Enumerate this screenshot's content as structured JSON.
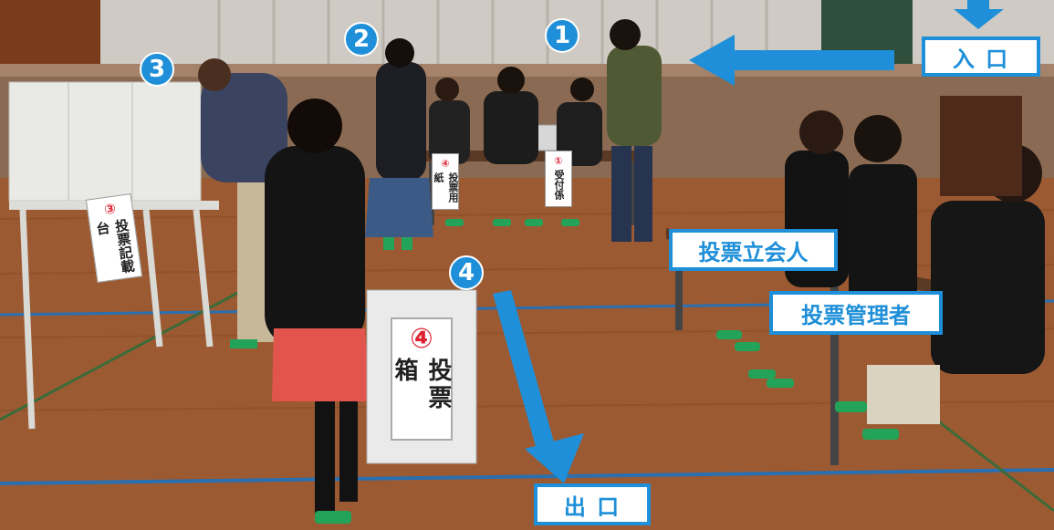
{
  "labels": {
    "entrance": "入 口",
    "exit": "出 口",
    "witness": "投票立会人",
    "manager": "投票管理者"
  },
  "steps": [
    "1",
    "2",
    "3",
    "4"
  ],
  "ballot_box": {
    "number": "④",
    "text": "投票箱"
  },
  "signs": {
    "desk1": {
      "number": "①",
      "text": "受付係"
    },
    "desk2": {
      "number": "④",
      "text": "投票用紙"
    },
    "booth": {
      "number": "③",
      "text": "投票記載台"
    }
  },
  "colors": {
    "accent": "#1e8fd8",
    "floor": "#9c5a32",
    "stage": "#8a6a52"
  }
}
